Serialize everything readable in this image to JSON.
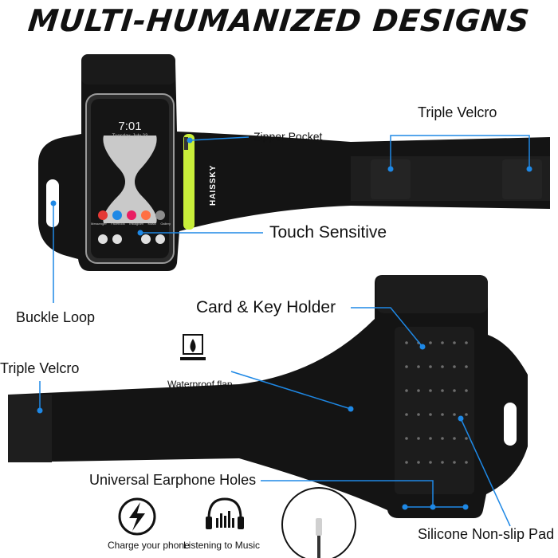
{
  "headline": "MULTI-HUMANIZED DESIGNS",
  "brand": "HAISSKY",
  "phone": {
    "time": "7:01",
    "date": "Tuesday, July 23",
    "apps": [
      "Messenger",
      "Facebook",
      "Instagram",
      "Music",
      "Gallery"
    ]
  },
  "callouts": {
    "zipper_pocket": "Zipper Pocket",
    "triple_velcro_top": "Triple Velcro",
    "touch_sensitive": "Touch Sensitive",
    "buckle_loop": "Buckle Loop",
    "card_key_holder": "Card & Key Holder",
    "triple_velcro_bottom": "Triple Velcro",
    "waterproof_flap": "Waterproof flap",
    "earphone_holes": "Universal Earphone Holes",
    "silicone_pad": "Silicone Non-slip Pad"
  },
  "features": {
    "charge": "Charge your phone",
    "music": "Listening to Music"
  },
  "colors": {
    "accent": "#1e88e5",
    "band": "#111111",
    "zipper": "#c8ee3a"
  }
}
